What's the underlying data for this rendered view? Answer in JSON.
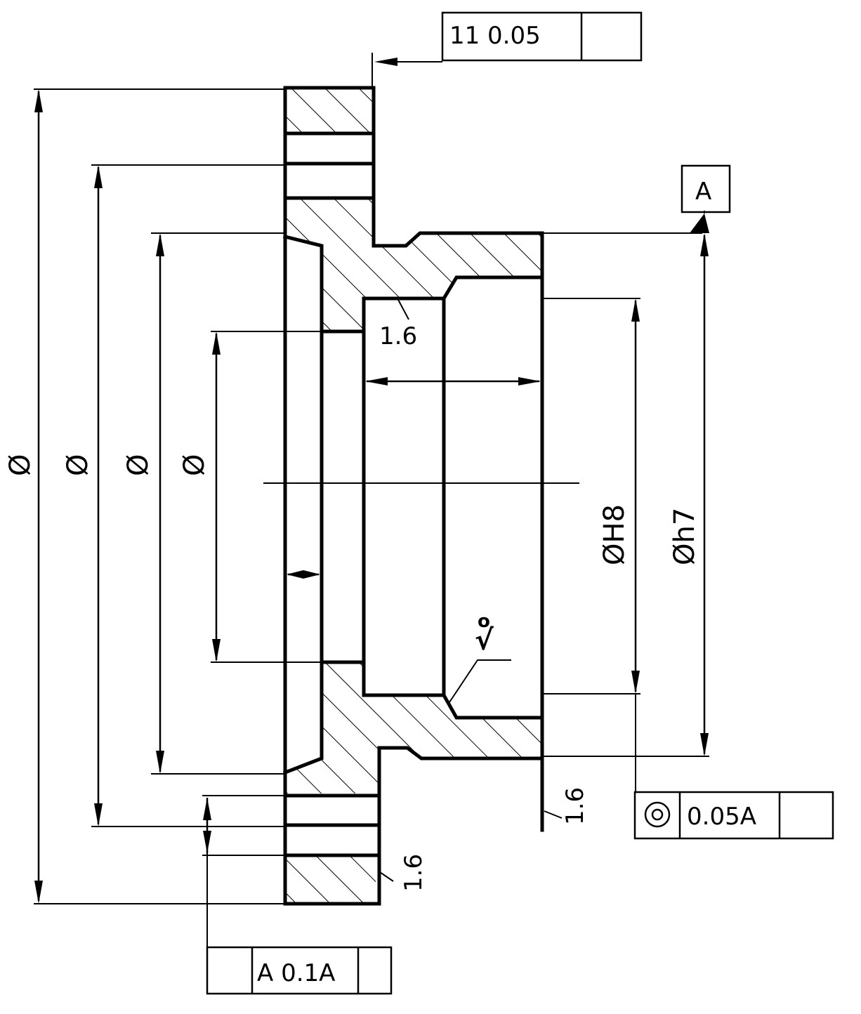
{
  "drawing": {
    "frame_top": {
      "char": "11",
      "tolerance": "0.05",
      "datum": ""
    },
    "datum_label": "A",
    "frame_bottom_left": {
      "char": "",
      "tolerance": "A 0.1A",
      "datum": ""
    },
    "frame_right": {
      "symbol": "⊚",
      "tolerance": "0.05A",
      "datum": ""
    },
    "roughness_bore": "1.6",
    "roughness_face": "1.6",
    "roughness_flange": "1.6",
    "roughness_chamfer": "√",
    "roughness_chamfer_sub": "o",
    "dia_1": "Ø",
    "dia_2": "Ø",
    "dia_3": "Ø",
    "dia_4": "Ø",
    "dia_bore": "ØH8",
    "dia_hub": "Øh7"
  }
}
